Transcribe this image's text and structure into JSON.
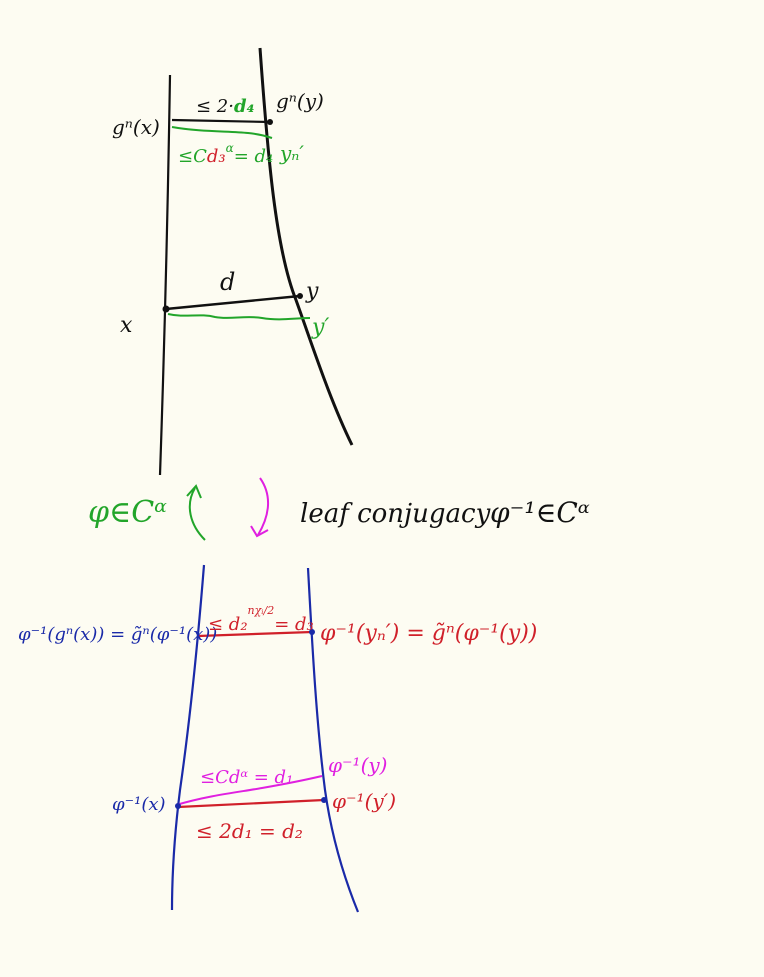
{
  "colors": {
    "ink": "#111111",
    "green": "#22a52a",
    "red": "#d0202a",
    "blue": "#1a2aa8",
    "magenta": "#e020e0",
    "paper": "#fdfcf2"
  },
  "top": {
    "gnx": "gⁿ(x)",
    "gny": "gⁿ(y)",
    "top_bound_prefix": "≤ 2·",
    "top_bound_d4": "d₄",
    "green_bound_prefix": "≤C",
    "green_bound_d3": "d₃",
    "green_bound_exp": "α",
    "green_bound_suffix": "= d₄",
    "yn_prime": "yₙ′",
    "d": "d",
    "x": "x",
    "y": "y",
    "y_prime": "y′"
  },
  "middle": {
    "phi_in_c": "φ∈Cᵅ",
    "leaf_conjugacy": "leaf conjugacy",
    "phi_inv_in_c": "φ⁻¹∈Cᵅ"
  },
  "bottom": {
    "phi_gnx": "φ⁻¹(gⁿ(x)) = g̃ⁿ(φ⁻¹(x))",
    "top_bound": "≤ d₂",
    "top_bound_exp": "nχᵢ/2",
    "top_bound_eq": "= d₃",
    "phi_yn": "φ⁻¹(yₙ′) = g̃ⁿ(φ⁻¹(y))",
    "mag_bound": "≤Cdᵅ = d₁",
    "phi_y": "φ⁻¹(y)",
    "phi_x": "φ⁻¹(x)",
    "phi_yprime": "φ⁻¹(y′)",
    "red_bound": "≤ 2d₁ = d₂"
  }
}
